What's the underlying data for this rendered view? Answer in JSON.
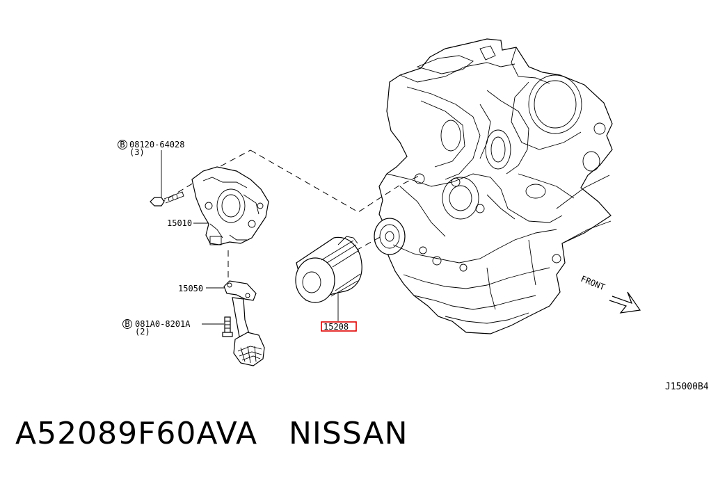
{
  "diagram": {
    "bolt_top": {
      "circled_letter": "B",
      "part_no": "08120-64028",
      "qty": "(3)"
    },
    "bolt_bottom": {
      "circled_letter": "B",
      "part_no": "081A0-8201A",
      "qty": "(2)"
    },
    "oil_pump_label": "15010",
    "gasket_label": "15050",
    "oil_filter_label": "15208",
    "front_label": "FRONT",
    "drawing_ref": "J15000B4"
  },
  "caption": {
    "part_number": "A52089F60AVA",
    "brand": "NISSAN"
  },
  "colors": {
    "highlight": "#e00000",
    "line": "#000000"
  }
}
